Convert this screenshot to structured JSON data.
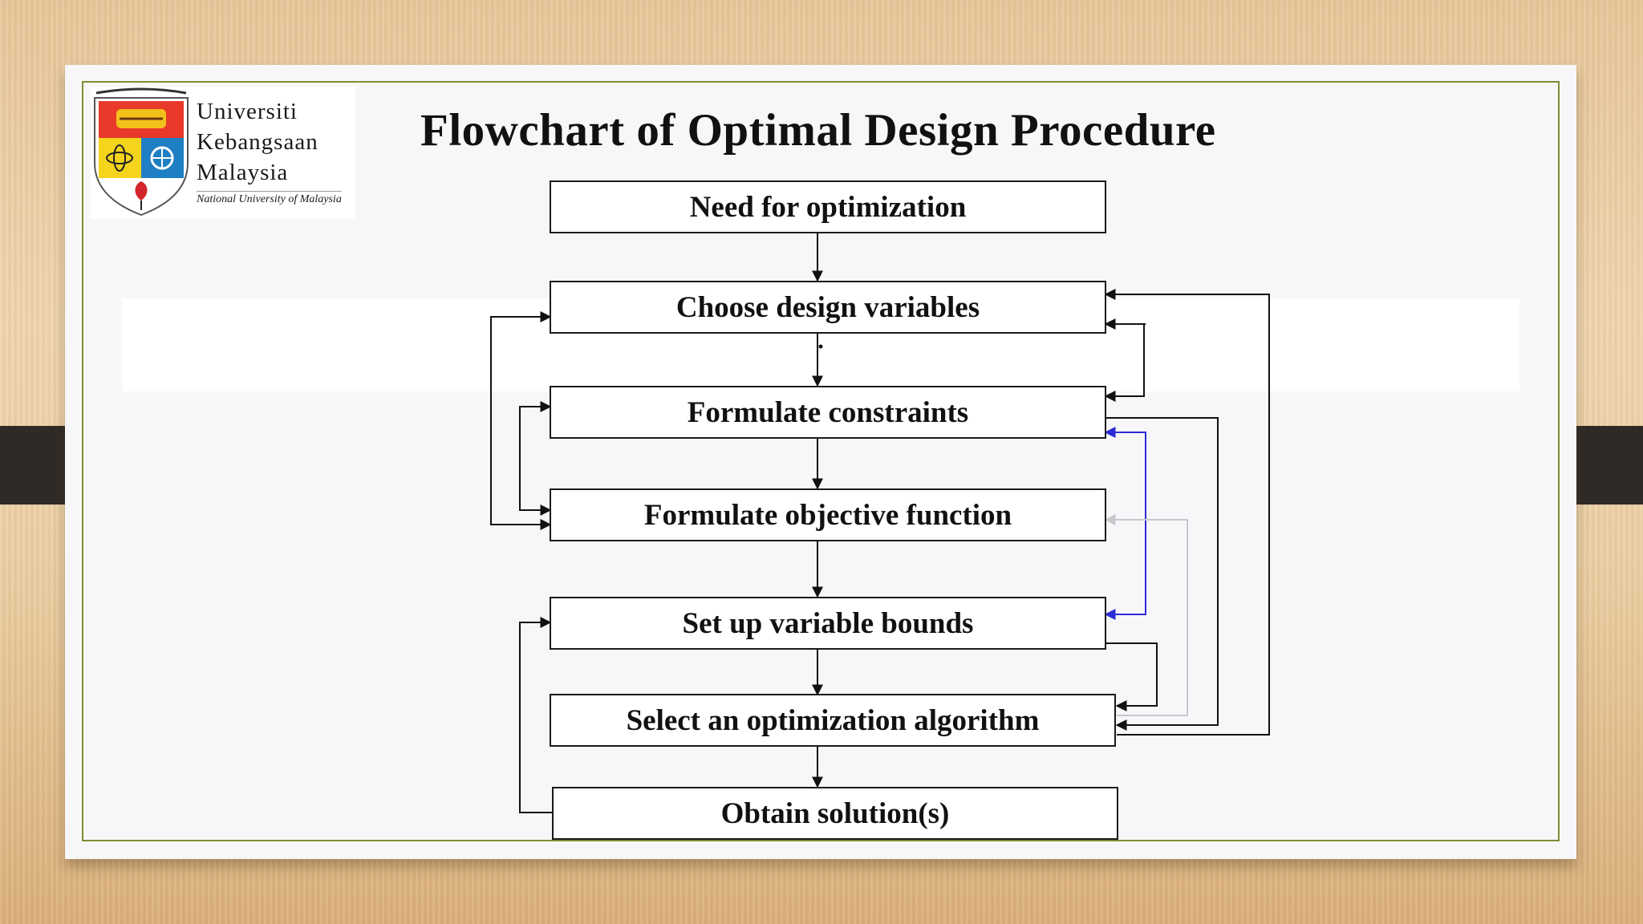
{
  "title": "Flowchart of  Optimal Design Procedure",
  "logo": {
    "line1": "Universiti",
    "line2": "Kebangsaan",
    "line3": "Malaysia",
    "tagline": "National University of Malaysia"
  },
  "flowchart": {
    "steps": [
      "Need for optimization",
      "Choose design variables",
      "Formulate constraints",
      "Formulate objective function",
      "Set up variable bounds",
      "Select an optimization algorithm",
      "Obtain solution(s)"
    ]
  },
  "colors": {
    "border_accent": "#7c8e34",
    "blue_link": "#2b2bd6",
    "grey_link": "#c8c8cc"
  }
}
